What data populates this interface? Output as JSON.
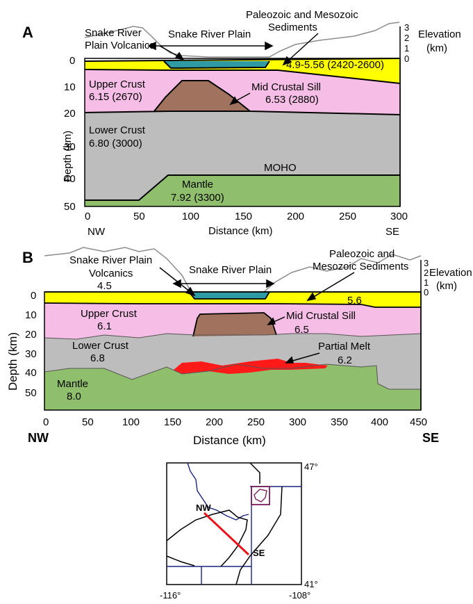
{
  "colors": {
    "sediment": "#ffff00",
    "upper_crust": "#f6bde6",
    "sill": "#a1725e",
    "lower_crust": "#bdbdbd",
    "mantle": "#8fbf6c",
    "volcanics": "#2e9aa4",
    "partial_melt": "#ff1a1a",
    "topography": "#8c8c8c",
    "map_line": "#1a237e",
    "map_profile": "#e8131b",
    "map_box": "#7b1f5e"
  },
  "panel_a": {
    "panel_label": "A",
    "labels": {
      "srp_volcanics": [
        "Snake River",
        "Plain Volcanics"
      ],
      "srp": "Snake River Plain",
      "paleozoic": [
        "Paleozoic and Mesozoic",
        "Sediments"
      ],
      "sediment_velocity": "4.9-5.56 (2420-2600)",
      "upper_crust": [
        "Upper Crust",
        "6.15 (2670)"
      ],
      "mid_crustal_sill": [
        "Mid Crustal Sill",
        "6.53 (2880)"
      ],
      "lower_crust": [
        "Lower Crust",
        "6.80 (3000)"
      ],
      "moho": "MOHO",
      "mantle": [
        "Mantle",
        "7.92 (3300)"
      ],
      "elevation": [
        "Elevation",
        "(km)"
      ],
      "y_axis": "Depth (km)",
      "x_axis": "Distance (km)",
      "nw": "NW",
      "se": "SE"
    },
    "depth_ticks": [
      "0",
      "10",
      "20",
      "30",
      "40",
      "50"
    ],
    "elev_ticks": [
      "3",
      "2",
      "1",
      "0"
    ],
    "distance_ticks": [
      "0",
      "50",
      "100",
      "150",
      "200",
      "250",
      "300"
    ]
  },
  "panel_b": {
    "panel_label": "B",
    "labels": {
      "srp_volcanics": [
        "Snake River Plain",
        "Volcanics",
        "4.5"
      ],
      "srp": "Snake River Plain",
      "paleozoic": [
        "Paleozoic and",
        "Mesozoic Sediments"
      ],
      "sediment_velocity": "5.6",
      "upper_crust": [
        "Upper Crust",
        "6.1"
      ],
      "mid_crustal_sill": [
        "Mid Crustal Sill",
        "6.5"
      ],
      "lower_crust": [
        "Lower Crust",
        "6.8"
      ],
      "partial_melt": [
        "Partial Melt",
        "6.2"
      ],
      "mantle": [
        "Mantle",
        "8.0"
      ],
      "elevation": [
        "Elevation",
        "(km)"
      ],
      "y_axis": "Depth (km)",
      "x_axis": "Distance (km)",
      "nw": "NW",
      "se": "SE"
    },
    "depth_ticks": [
      "0",
      "10",
      "20",
      "30",
      "40",
      "50"
    ],
    "elev_ticks": [
      "3",
      "2",
      "1",
      "0"
    ],
    "distance_ticks": [
      "0",
      "50",
      "100",
      "150",
      "200",
      "250",
      "300",
      "350",
      "400",
      "450"
    ]
  },
  "map": {
    "lat_top": "47°",
    "lat_bottom": "41°",
    "lon_left": "-116°",
    "lon_right": "-108°",
    "nw": "NW",
    "se": "SE"
  }
}
